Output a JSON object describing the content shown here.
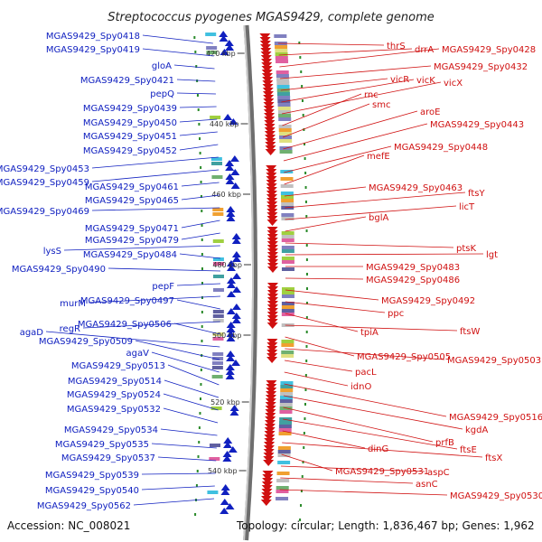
{
  "title": "Streptococcus pyogenes MGAS9429, complete genome",
  "footer": {
    "accession": "Accession: NC_008021",
    "summary": "Topology: circular; Length: 1,836,467 bp; Genes: 1,962"
  },
  "colors": {
    "minus_strand": "#1020c0",
    "plus_strand": "#d01010",
    "backbone": "#8c8c8c"
  },
  "scale_marks": [
    "420 kbp",
    "440 kbp",
    "460 kbp",
    "480 kbp",
    "500 kbp",
    "520 kbp",
    "540 kbp"
  ],
  "left_labels": [
    "MGAS9429_Spy0418",
    "MGAS9429_Spy0419",
    "gloA",
    "MGAS9429_Spy0421",
    "pepQ",
    "MGAS9429_Spy0439",
    "MGAS9429_Spy0450",
    "MGAS9429_Spy0451",
    "MGAS9429_Spy0452",
    "MGAS9429_Spy0453",
    "MGAS9429_Spy0459",
    "MGAS9429_Spy0461",
    "MGAS9429_Spy0465",
    "MGAS9429_Spy0469",
    "MGAS9429_Spy0471",
    "MGAS9429_Spy0479",
    "lysS",
    "MGAS9429_Spy0484",
    "MGAS9429_Spy0490",
    "pepF",
    "murM",
    "MGAS9429_Spy0497",
    "regR",
    "MGAS9429_Spy0506",
    "agaD",
    "MGAS9429_Spy0509",
    "agaV",
    "MGAS9429_Spy0513",
    "MGAS9429_Spy0514",
    "MGAS9429_Spy0524",
    "MGAS9429_Spy0532",
    "MGAS9429_Spy0534",
    "MGAS9429_Spy0535",
    "MGAS9429_Spy0537",
    "MGAS9429_Spy0539",
    "MGAS9429_Spy0540",
    "MGAS9429_Spy0562"
  ],
  "right_labels": [
    "thrS",
    "drrA",
    "MGAS9429_Spy0428",
    "MGAS9429_Spy0432",
    "vicR",
    "vicK",
    "vicX",
    "rnc",
    "smc",
    "aroE",
    "MGAS9429_Spy0443",
    "MGAS9429_Spy0448",
    "mefE",
    "MGAS9429_Spy0463",
    "ftsY",
    "licT",
    "bglA",
    "ptsK",
    "lgt",
    "MGAS9429_Spy0483",
    "MGAS9429_Spy0486",
    "MGAS9429_Spy0492",
    "ppc",
    "tpiA",
    "ftsW",
    "MGAS9429_Spy0505",
    "MGAS9429_Spy0503",
    "pacL",
    "idnO",
    "MGAS9429_Spy0516",
    "kgdA",
    "prfB",
    "ftsE",
    "dinG",
    "ftsX",
    "MGAS9429_Spy0531",
    "aspC",
    "asnC",
    "MGAS9429_Spy0530"
  ]
}
